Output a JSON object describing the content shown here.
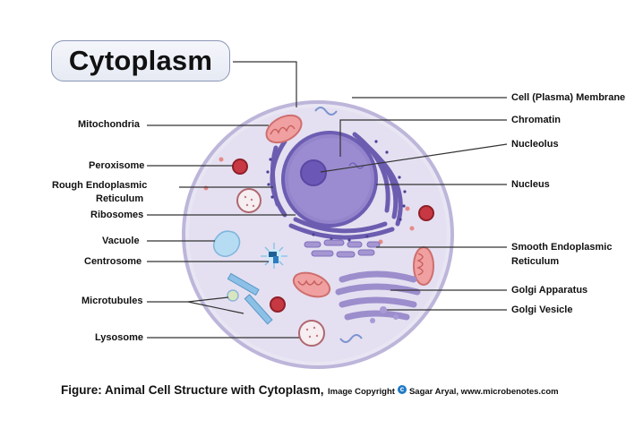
{
  "title": "Cytoplasm",
  "labels": {
    "mitochondria": "Mitochondria",
    "peroxisome": "Peroxisome",
    "rough_er_line1": "Rough Endoplasmic",
    "rough_er_line2": "Reticulum",
    "ribosomes": "Ribosomes",
    "vacuole": "Vacuole",
    "centrosome": "Centrosome",
    "microtubules": "Microtubules",
    "lysosome": "Lysosome",
    "cell_membrane": "Cell (Plasma) Membrane",
    "chromatin": "Chromatin",
    "nucleolus": "Nucleolus",
    "nucleus": "Nucleus",
    "smooth_er_line1": "Smooth Endoplasmic",
    "smooth_er_line2": "Reticulum",
    "golgi_apparatus": "Golgi Apparatus",
    "golgi_vesicle": "Golgi Vesicle"
  },
  "caption": {
    "main": "Figure: Animal Cell Structure with Cytoplasm,",
    "copyright_prefix": "Image Copyright",
    "copyright_icon": "c",
    "copyright_suffix": "Sagar Aryal, www.microbenotes.com"
  },
  "colors": {
    "cell_fill": "#e7e4f3",
    "cell_border": "#b9b2d8",
    "nucleus": "#8878c4",
    "nucleolus": "#6a56b3",
    "er": "#6f5fb0",
    "mitochondria": "#e78e8e",
    "vesicle_red": "#c8373f",
    "vacuole": "#a7d3ee",
    "microtubule": "#7db3e0",
    "leader_line": "#333333"
  }
}
